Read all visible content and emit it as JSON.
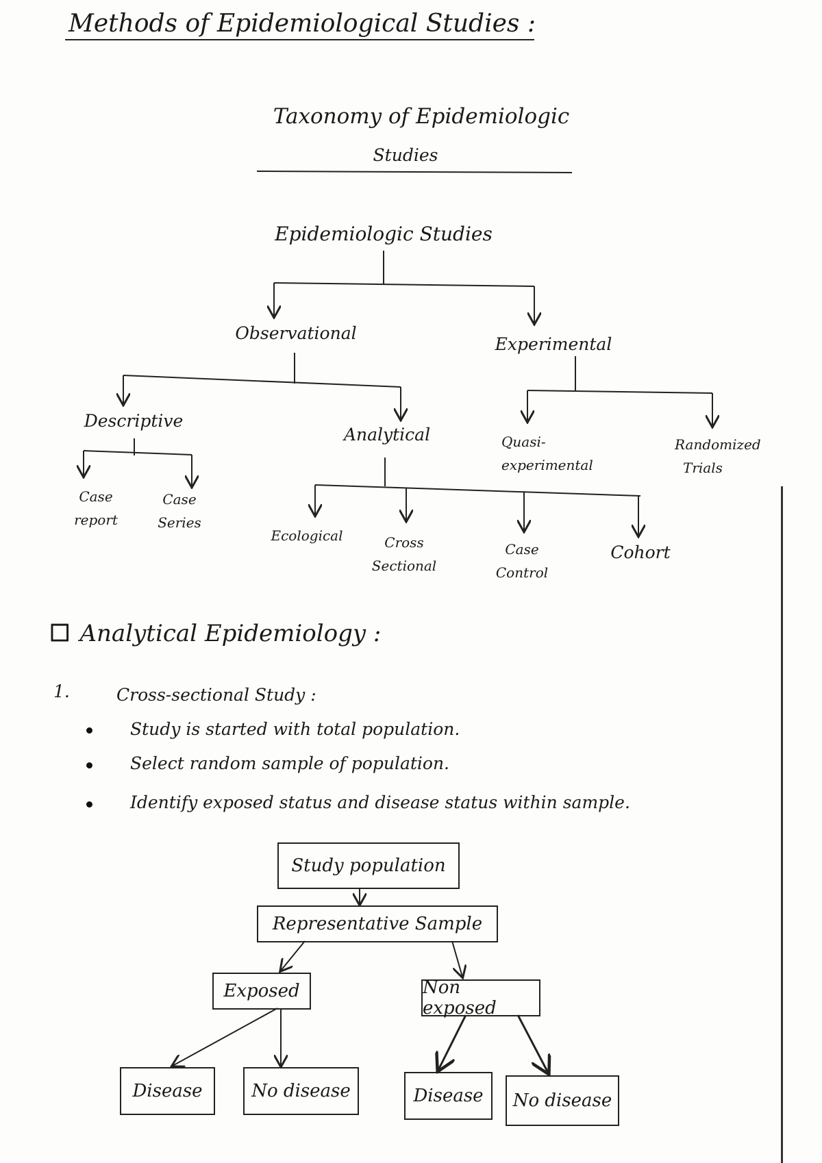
{
  "title": "Methods of Epidemiological Studies :",
  "taxonomy": {
    "heading_line1": "Taxonomy of Epidemiologic",
    "heading_line2": "Studies",
    "root": "Epidemiologic Studies",
    "observational": "Observational",
    "experimental": "Experimental",
    "descriptive": "Descriptive",
    "analytical": "Analytical",
    "quasi_line1": "Quasi-",
    "quasi_line2": "experimental",
    "randomized_line1": "Randomized",
    "randomized_line2": "Trials",
    "case_report_line1": "Case",
    "case_report_line2": "report",
    "case_series_line1": "Case",
    "case_series_line2": "Series",
    "ecological": "Ecological",
    "cross_line1": "Cross",
    "cross_line2": "Sectional",
    "case_control_line1": "Case",
    "case_control_line2": "Control",
    "cohort": "Cohort"
  },
  "section": {
    "checkbox_icon": "☐",
    "heading": "Analytical Epidemiology :",
    "item_number": "1.",
    "item_title": "Cross-sectional Study :",
    "bullets": [
      "Study is started with total population.",
      "Select random sample of population.",
      "Identify exposed status and disease status within sample."
    ]
  },
  "flow": {
    "study_population": "Study population",
    "representative_sample": "Representative Sample",
    "exposed": "Exposed",
    "non_exposed": "Non exposed",
    "exposed_disease": "Disease",
    "exposed_no_disease": "No disease",
    "non_exposed_disease": "Disease",
    "non_exposed_no_disease": "No disease"
  }
}
